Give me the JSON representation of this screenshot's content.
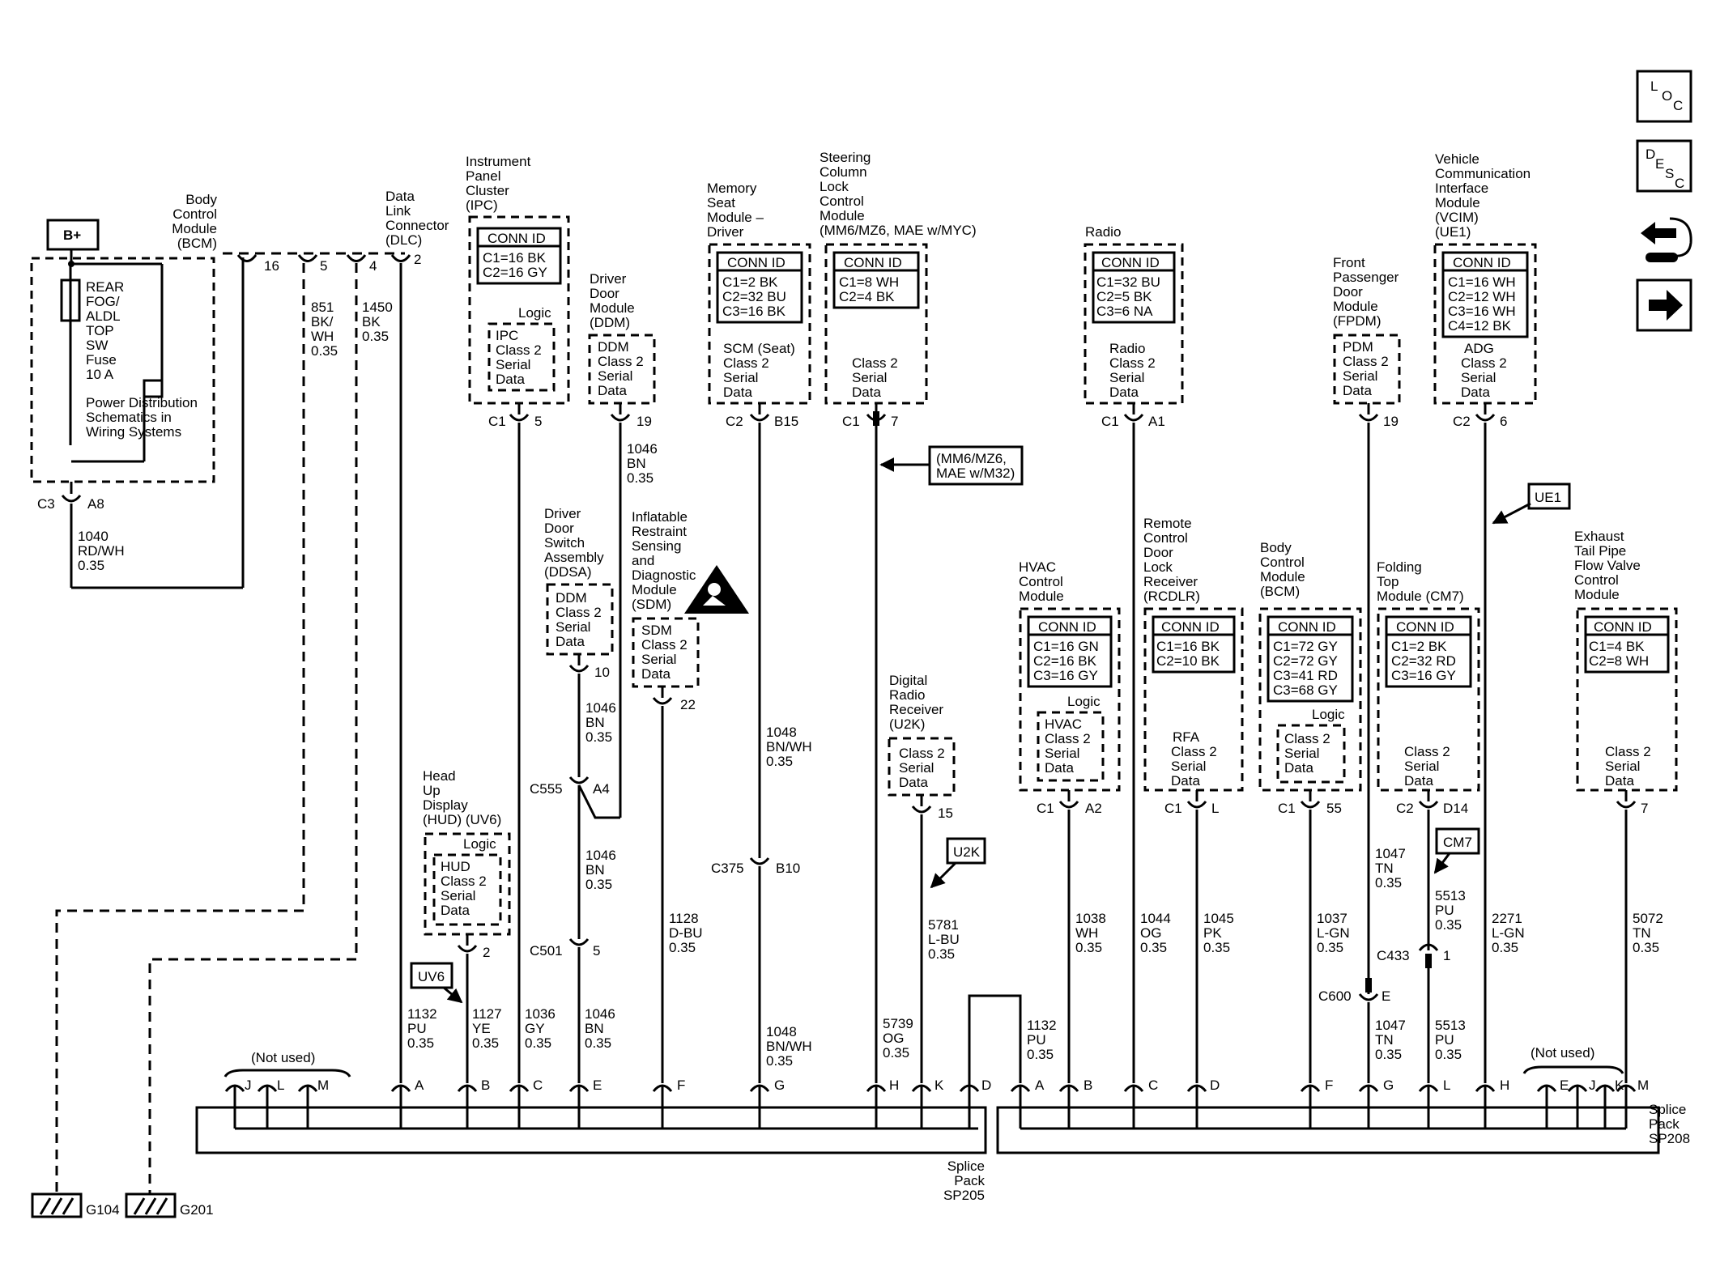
{
  "bplus": "B+",
  "fuse": [
    "REAR",
    "FOG/",
    "ALDL",
    "TOP",
    "SW",
    "Fuse",
    "10 A"
  ],
  "pds": [
    "Power Distribution",
    "Schematics in",
    "Wiring Systems"
  ],
  "bcm_top": [
    "Body",
    "Control",
    "Module",
    "(BCM)"
  ],
  "c3a8": [
    "C3",
    "A8"
  ],
  "w1040": [
    "1040",
    "RD/WH",
    "0.35"
  ],
  "bcm_pins": [
    "16",
    "5",
    "4",
    "2"
  ],
  "w851": [
    "851",
    "BK/",
    "WH",
    "0.35"
  ],
  "w1450": [
    "1450",
    "BK",
    "0.35"
  ],
  "dlc": [
    "Data",
    "Link",
    "Connector",
    "(DLC)"
  ],
  "g104": "G104",
  "g201": "G201",
  "ipc_title": [
    "Instrument",
    "Panel",
    "Cluster",
    "(IPC)"
  ],
  "ipc_conn": [
    "CONN ID",
    "C1=16 BK",
    "C2=16 GY"
  ],
  "ipc_inner": [
    "Logic",
    "IPC",
    "Class 2",
    "Serial",
    "Data"
  ],
  "ipc_pin": [
    "C1",
    "5"
  ],
  "ddm_title": [
    "Driver",
    "Door",
    "Module",
    "(DDM)"
  ],
  "ddm_inner": [
    "DDM",
    "Class 2",
    "Serial",
    "Data"
  ],
  "ddm_pin": "19",
  "w1046a": [
    "1046",
    "BN",
    "0.35"
  ],
  "ddsa_title": [
    "Driver",
    "Door",
    "Switch",
    "Assembly",
    "(DDSA)"
  ],
  "ddsa_inner": [
    "DDM",
    "Class 2",
    "Serial",
    "Data"
  ],
  "ddsa_pin": "10",
  "w1046b": [
    "1046",
    "BN",
    "0.35"
  ],
  "c555": [
    "C555",
    "A4"
  ],
  "w1046c": [
    "1046",
    "BN",
    "0.35"
  ],
  "c501": [
    "C501",
    "5"
  ],
  "w1046d": [
    "1046",
    "BN",
    "0.35"
  ],
  "sdm_title": [
    "Inflatable",
    "Restraint",
    "Sensing",
    "and",
    "Diagnostic",
    "Module",
    "(SDM)"
  ],
  "sdm_inner": [
    "SDM",
    "Class 2",
    "Serial",
    "Data"
  ],
  "sdm_pin": "22",
  "w1128": [
    "1128",
    "D-BU",
    "0.35"
  ],
  "hud_title": [
    "Head",
    "Up",
    "Display",
    "(HUD) (UV6)"
  ],
  "hud_inner": [
    "Logic",
    "HUD",
    "Class 2",
    "Serial",
    "Data"
  ],
  "hud_pin": "2",
  "uv6": "UV6",
  "w1132a": [
    "1132",
    "PU",
    "0.35"
  ],
  "w1127": [
    "1127",
    "YE",
    "0.35"
  ],
  "w1036": [
    "1036",
    "GY",
    "0.35"
  ],
  "msm_title": [
    "Memory",
    "Seat",
    "Module –",
    "Driver"
  ],
  "msm_conn": [
    "CONN ID",
    "C1=2 BK",
    "C2=32 BU",
    "C3=16 BK"
  ],
  "msm_inner": [
    "SCM (Seat)",
    "Class 2",
    "Serial",
    "Data"
  ],
  "msm_pin": [
    "C2",
    "B15"
  ],
  "w1048a": [
    "1048",
    "BN/WH",
    "0.35"
  ],
  "c375": [
    "C375",
    "B10"
  ],
  "w1048b": [
    "1048",
    "BN/WH",
    "0.35"
  ],
  "sclcm_title": [
    "Steering",
    "Column",
    "Lock",
    "Control",
    "Module",
    "(MM6/MZ6, MAE w/MYC)"
  ],
  "sclcm_conn": [
    "CONN ID",
    "C1=8 WH",
    "C2=4 BK"
  ],
  "sclcm_inner": [
    "Class 2",
    "Serial",
    "Data"
  ],
  "sclcm_pin": [
    "C1",
    "7"
  ],
  "mm6_note": [
    "(MM6/MZ6,",
    "MAE w/M32)"
  ],
  "w5739": [
    "5739",
    "OG",
    "0.35"
  ],
  "drr_title": [
    "Digital",
    "Radio",
    "Receiver",
    "(U2K)"
  ],
  "drr_inner": [
    "Class 2",
    "Serial",
    "Data"
  ],
  "drr_pin": "15",
  "u2k": "U2K",
  "w5781": [
    "5781",
    "L-BU",
    "0.35"
  ],
  "sp205_pins": [
    "J",
    "L",
    "M",
    "A",
    "B",
    "C",
    "E",
    "F",
    "G",
    "H",
    "K",
    "D"
  ],
  "not_used": "(Not used)",
  "sp205": [
    "Splice",
    "Pack",
    "SP205"
  ],
  "w1132b": [
    "1132",
    "PU",
    "0.35"
  ],
  "radio_title": "Radio",
  "radio_conn": [
    "CONN ID",
    "C1=32 BU",
    "C2=5 BK",
    "C3=6 NA"
  ],
  "radio_inner": [
    "Radio",
    "Class 2",
    "Serial",
    "Data"
  ],
  "radio_pin": [
    "C1",
    "A1"
  ],
  "hvac_title": [
    "HVAC",
    "Control",
    "Module"
  ],
  "hvac_conn": [
    "CONN ID",
    "C1=16 GN",
    "C2=16 BK",
    "C3=16 GY"
  ],
  "hvac_inner": [
    "Logic",
    "HVAC",
    "Class 2",
    "Serial",
    "Data"
  ],
  "hvac_pin": [
    "C1",
    "A2"
  ],
  "w1038": [
    "1038",
    "WH",
    "0.35"
  ],
  "rcdlr_title": [
    "Remote",
    "Control",
    "Door",
    "Lock",
    "Receiver",
    "(RCDLR)"
  ],
  "rcdlr_conn": [
    "CONN ID",
    "C1=16 BK",
    "C2=10 BK"
  ],
  "rcdlr_inner": [
    "RFA",
    "Class 2",
    "Serial",
    "Data"
  ],
  "rcdlr_pin": [
    "C1",
    "L"
  ],
  "w1044": [
    "1044",
    "OG",
    "0.35"
  ],
  "w1045": [
    "1045",
    "PK",
    "0.35"
  ],
  "bcm2_title": [
    "Body",
    "Control",
    "Module",
    "(BCM)"
  ],
  "bcm2_conn": [
    "CONN ID",
    "C1=72 GY",
    "C2=72 GY",
    "C3=41 RD",
    "C3=68 GY"
  ],
  "bcm2_inner": [
    "Logic",
    "Class 2",
    "Serial",
    "Data"
  ],
  "bcm2_pin": [
    "C1",
    "55"
  ],
  "w1037": [
    "1037",
    "L-GN",
    "0.35"
  ],
  "fpdm_title": [
    "Front",
    "Passenger",
    "Door",
    "Module",
    "(FPDM)"
  ],
  "fpdm_inner": [
    "PDM",
    "Class 2",
    "Serial",
    "Data"
  ],
  "fpdm_pin": "19",
  "w1047a": [
    "1047",
    "TN",
    "0.35"
  ],
  "c600": [
    "C600",
    "E"
  ],
  "w1047b": [
    "1047",
    "TN",
    "0.35"
  ],
  "ftm_title": [
    "Folding",
    "Top",
    "Module (CM7)"
  ],
  "ftm_conn": [
    "CONN ID",
    "C1=2 BK",
    "C2=32 RD",
    "C3=16 GY"
  ],
  "ftm_inner": [
    "Class 2",
    "Serial",
    "Data"
  ],
  "ftm_pin": [
    "C2",
    "D14"
  ],
  "cm7": "CM7",
  "w5513a": [
    "5513",
    "PU",
    "0.35"
  ],
  "c433": [
    "C433",
    "1"
  ],
  "w5513b": [
    "5513",
    "PU",
    "0.35"
  ],
  "vcim_title": [
    "Vehicle",
    "Communication",
    "Interface",
    "Module",
    "(VCIM)",
    "(UE1)"
  ],
  "vcim_conn": [
    "CONN ID",
    "C1=16 WH",
    "C2=12 WH",
    "C3=16 WH",
    "C4=12 BK"
  ],
  "vcim_inner": [
    "ADG",
    "Class 2",
    "Serial",
    "Data"
  ],
  "vcim_pin": [
    "C2",
    "6"
  ],
  "ue1": "UE1",
  "w2271": [
    "2271",
    "L-GN",
    "0.35"
  ],
  "etp_title": [
    "Exhaust",
    "Tail Pipe",
    "Flow Valve",
    "Control",
    "Module"
  ],
  "etp_conn": [
    "CONN ID",
    "C1=4 BK",
    "C2=8 WH"
  ],
  "etp_inner": [
    "Class 2",
    "Serial",
    "Data"
  ],
  "etp_pin": "7",
  "w5072": [
    "5072",
    "TN",
    "0.35"
  ],
  "sp208_pins": [
    "A",
    "B",
    "C",
    "D",
    "F",
    "G",
    "L",
    "H",
    "E",
    "J",
    "K",
    "M"
  ],
  "not_used2": "(Not used)",
  "sp208": [
    "Splice",
    "Pack",
    "SP208"
  ],
  "loc": [
    "L",
    "O",
    "C"
  ],
  "desc": [
    "D",
    "E",
    "S",
    "C"
  ]
}
